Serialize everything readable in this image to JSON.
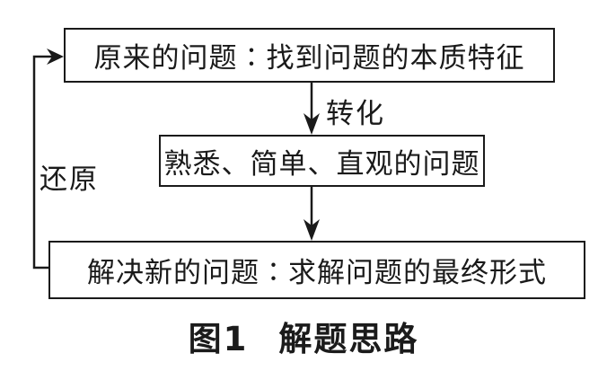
{
  "diagram": {
    "boxes": {
      "original_problem": "原来的问题∶找到问题的本质特征",
      "familiar_problem": "熟悉、简单、直观的问题",
      "solve_new_problem": "解决新的问题∶求解问题的最终形式"
    },
    "edge_labels": {
      "transform": "转化",
      "restore": "还原"
    },
    "caption": {
      "figure_number": "图1",
      "title": "解题思路"
    },
    "colors": {
      "line": "#1a1a1a",
      "background": "#ffffff"
    }
  }
}
